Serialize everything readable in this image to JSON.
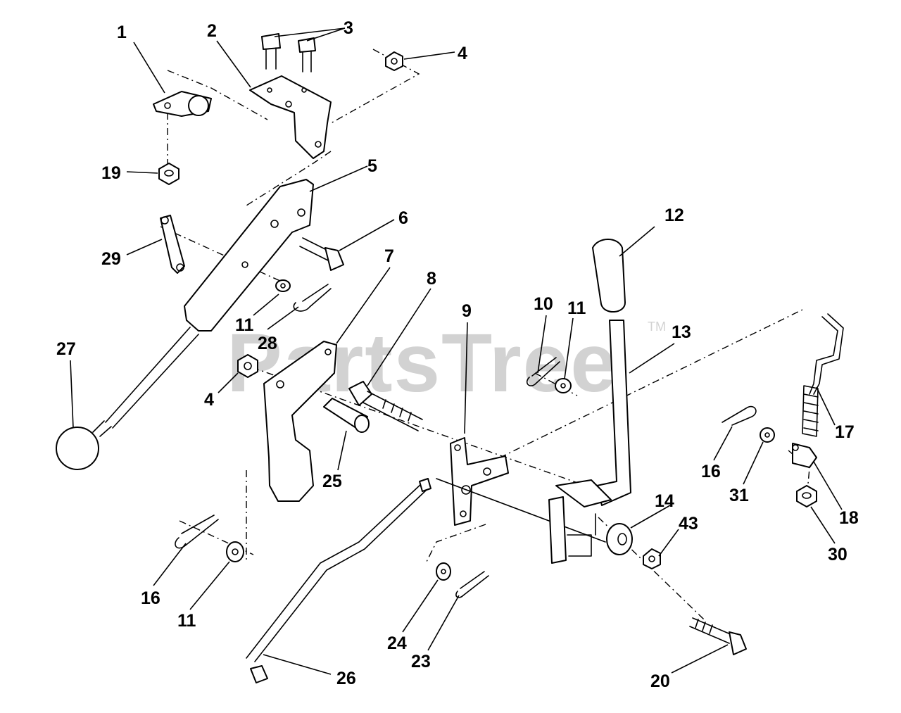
{
  "watermark": {
    "text": "PartsTree",
    "trademark": "TM"
  },
  "callouts": [
    {
      "id": "c1",
      "label": "1"
    },
    {
      "id": "c2",
      "label": "2"
    },
    {
      "id": "c3",
      "label": "3"
    },
    {
      "id": "c4a",
      "label": "4"
    },
    {
      "id": "c5",
      "label": "5"
    },
    {
      "id": "c6",
      "label": "6"
    },
    {
      "id": "c19",
      "label": "19"
    },
    {
      "id": "c29",
      "label": "29"
    },
    {
      "id": "c11a",
      "label": "11"
    },
    {
      "id": "c28",
      "label": "28"
    },
    {
      "id": "c27",
      "label": "27"
    },
    {
      "id": "c4b",
      "label": "4"
    },
    {
      "id": "c7",
      "label": "7"
    },
    {
      "id": "c8",
      "label": "8"
    },
    {
      "id": "c25",
      "label": "25"
    },
    {
      "id": "c9",
      "label": "9"
    },
    {
      "id": "c10",
      "label": "10"
    },
    {
      "id": "c11b",
      "label": "11"
    },
    {
      "id": "c12",
      "label": "12"
    },
    {
      "id": "c13",
      "label": "13"
    },
    {
      "id": "c17",
      "label": "17"
    },
    {
      "id": "c16a",
      "label": "16"
    },
    {
      "id": "c31",
      "label": "31"
    },
    {
      "id": "c18",
      "label": "18"
    },
    {
      "id": "c30",
      "label": "30"
    },
    {
      "id": "c14",
      "label": "14"
    },
    {
      "id": "c43",
      "label": "43"
    },
    {
      "id": "c16b",
      "label": "16"
    },
    {
      "id": "c11c",
      "label": "11"
    },
    {
      "id": "c24",
      "label": "24"
    },
    {
      "id": "c23",
      "label": "23"
    },
    {
      "id": "c26",
      "label": "26"
    },
    {
      "id": "c20",
      "label": "20"
    }
  ]
}
